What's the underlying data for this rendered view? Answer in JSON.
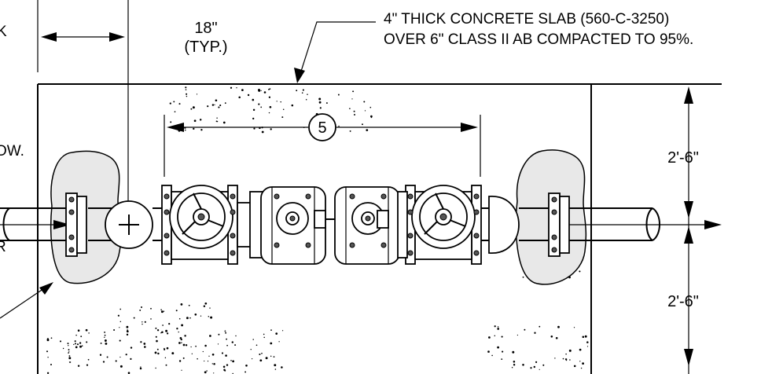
{
  "callouts": {
    "spacing_dim": "18\"",
    "spacing_note": "(TYP.)",
    "slab_line1": "4\" THICK CONCRETE SLAB (560-C-3250)",
    "slab_line2": "OVER 6\" CLASS II AB COMPACTED TO 95%.",
    "detail_ref": "5",
    "dim_upper": "2'-6\"",
    "dim_lower": "2'-6\"",
    "cut_left_1": "K",
    "cut_left_2": "OW.",
    "cut_left_3": "R"
  },
  "colors": {
    "line": "#000000",
    "background": "#ffffff",
    "concrete": "#e8e8e8"
  }
}
